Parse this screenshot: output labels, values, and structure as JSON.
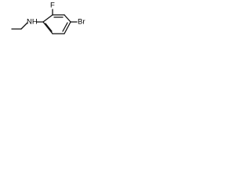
{
  "molecule": {
    "atoms": {
      "fluorine": "F",
      "bromine": "Br",
      "amine": "NH"
    },
    "ring": {
      "type": "benzene"
    },
    "substituents": [
      "ethyl",
      "fluoro",
      "bromo"
    ]
  },
  "colors": {
    "bond": "#111111",
    "label": "#000000",
    "background": "#ffffff"
  }
}
